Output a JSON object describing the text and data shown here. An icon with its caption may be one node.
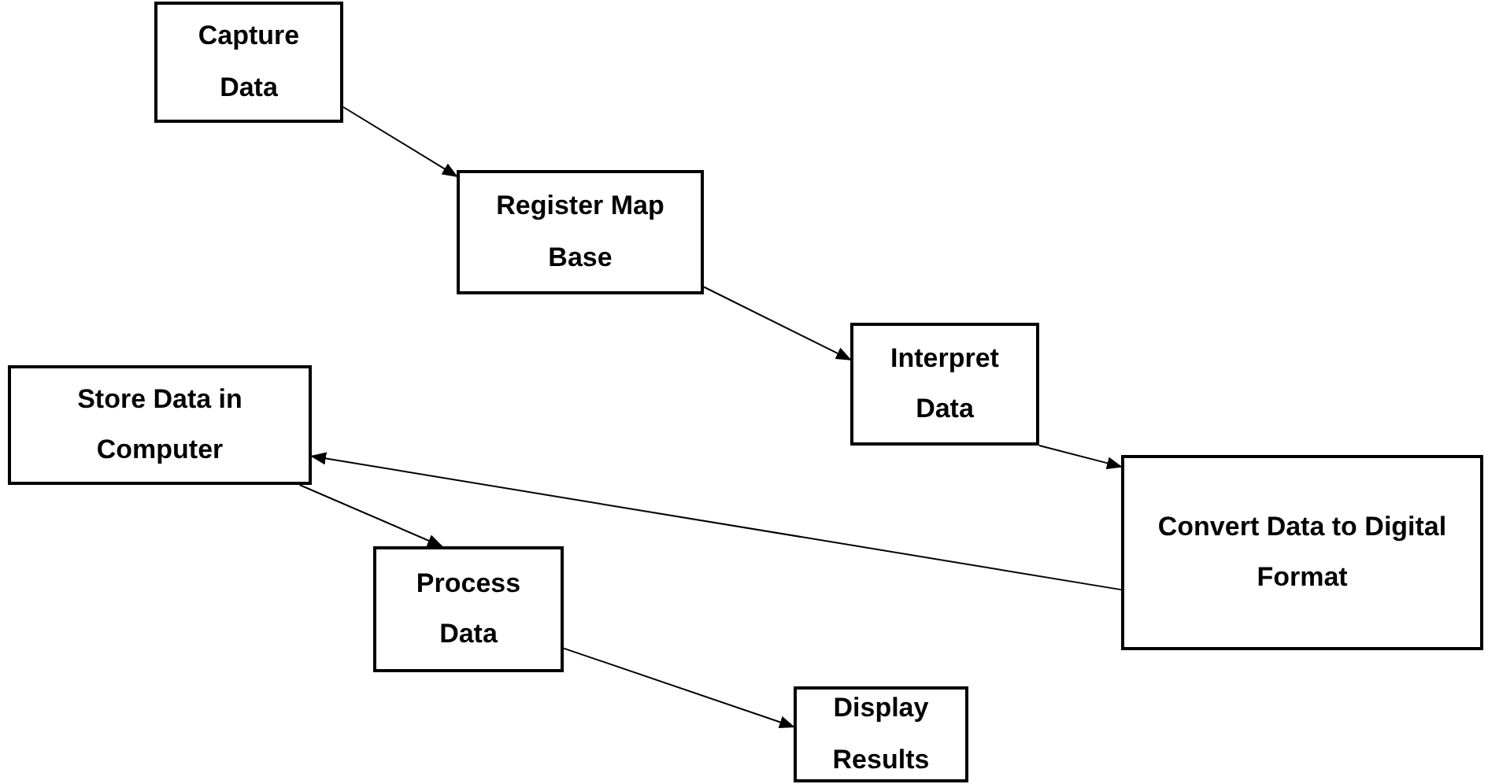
{
  "diagram": {
    "nodes": [
      {
        "text": [
          "Capture Data"
        ]
      },
      {
        "text": [
          "Register Map Base"
        ]
      },
      {
        "text": [
          "Interpret Data"
        ]
      },
      {
        "text": [
          "Store Data in Computer"
        ]
      },
      {
        "text": [
          "Convert Data to Digital Format"
        ]
      },
      {
        "text": [
          "Process Data"
        ]
      },
      {
        "text": [
          "Display Results"
        ]
      }
    ],
    "edges": [
      {
        "from": 0,
        "to": 1,
        "arrow": "to"
      },
      {
        "from": 1,
        "to": 2,
        "arrow": "to"
      },
      {
        "from": 2,
        "to": 4,
        "arrow": "to"
      },
      {
        "from": 4,
        "to": 3,
        "arrow": "to"
      },
      {
        "from": 3,
        "to": 5,
        "arrow": "to"
      },
      {
        "from": 5,
        "to": 6,
        "arrow": "to"
      }
    ]
  }
}
